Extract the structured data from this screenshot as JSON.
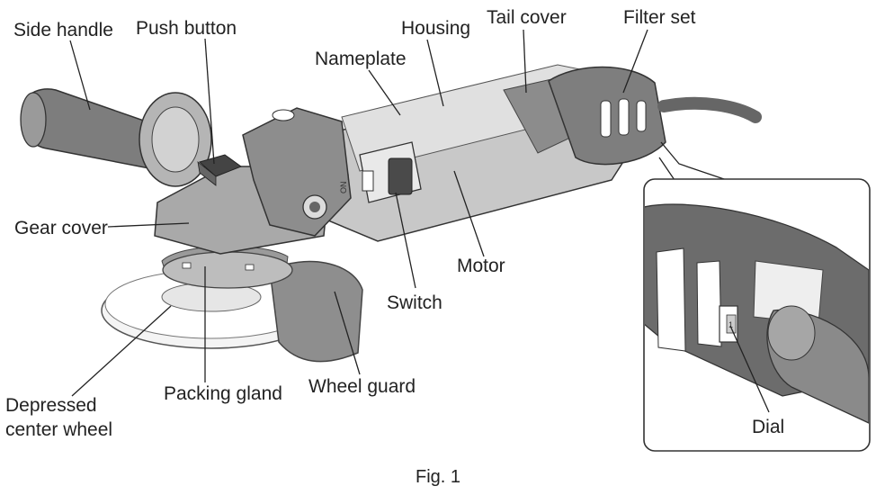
{
  "figure": {
    "caption": "Fig. 1",
    "labels": {
      "side_handle": "Side handle",
      "push_button": "Push button",
      "housing": "Housing",
      "tail_cover": "Tail cover",
      "filter_set": "Filter set",
      "nameplate": "Nameplate",
      "gear_cover": "Gear cover",
      "motor": "Motor",
      "switch": "Switch",
      "depressed_center_wheel": [
        "Depressed",
        "center wheel"
      ],
      "packing_gland": "Packing gland",
      "wheel_guard": "Wheel guard",
      "dial": "Dial"
    },
    "markings": {
      "switch_on": "ON",
      "switch_i": "I",
      "dial_value": "1"
    }
  }
}
